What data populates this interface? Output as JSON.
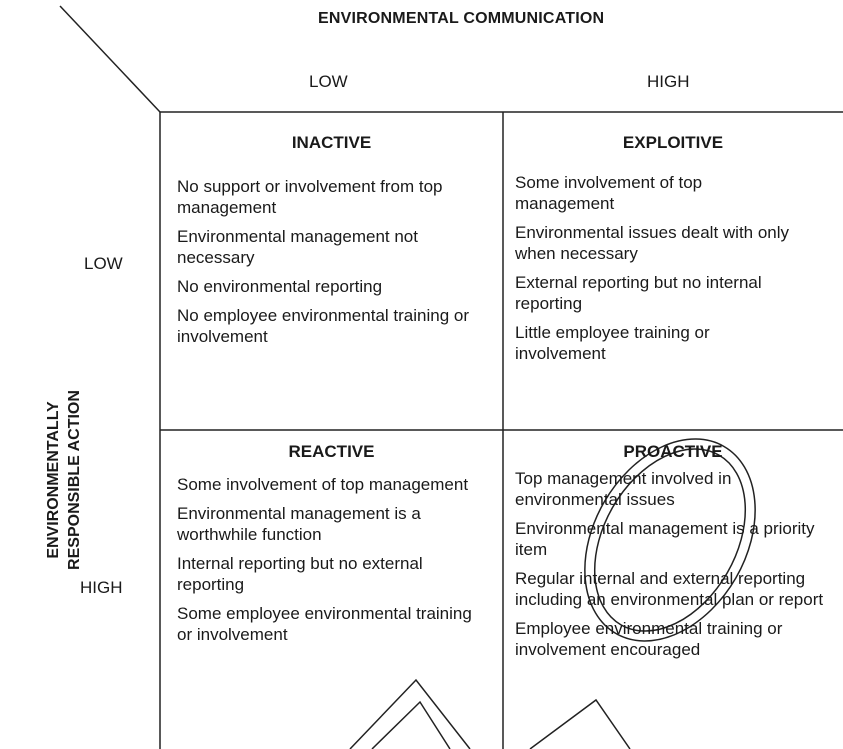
{
  "axes": {
    "top_title": "ENVIRONMENTAL COMMUNICATION",
    "top_low": "LOW",
    "top_high": "HIGH",
    "left_title_line1": "ENVIRONMENTALLY",
    "left_title_line2": "RESPONSIBLE ACTION",
    "left_low": "LOW",
    "left_high": "HIGH"
  },
  "quadrants": {
    "inactive": {
      "title": "INACTIVE",
      "items": [
        "No support or involvement from top management",
        "Environmental management not necessary",
        "No environmental reporting",
        "No employee environmental training or involvement"
      ]
    },
    "exploitive": {
      "title": "EXPLOITIVE",
      "items": [
        "Some involvement of top management",
        "Environmental issues dealt with only when necessary",
        "External reporting but no internal reporting",
        "Little employee training or involvement"
      ]
    },
    "reactive": {
      "title": "REACTIVE",
      "items": [
        "Some involvement of top management",
        "Environmental management is a worthwhile function",
        "Internal reporting but no external reporting",
        "Some employee environmental training or involvement"
      ]
    },
    "proactive": {
      "title": "PROACTIVE",
      "items": [
        "Top management involved in environmental issues",
        "Environmental management is a priority item",
        "Regular internal and external reporting including an environmental plan or report",
        "Employee environmental training or involvement encouraged"
      ]
    }
  }
}
